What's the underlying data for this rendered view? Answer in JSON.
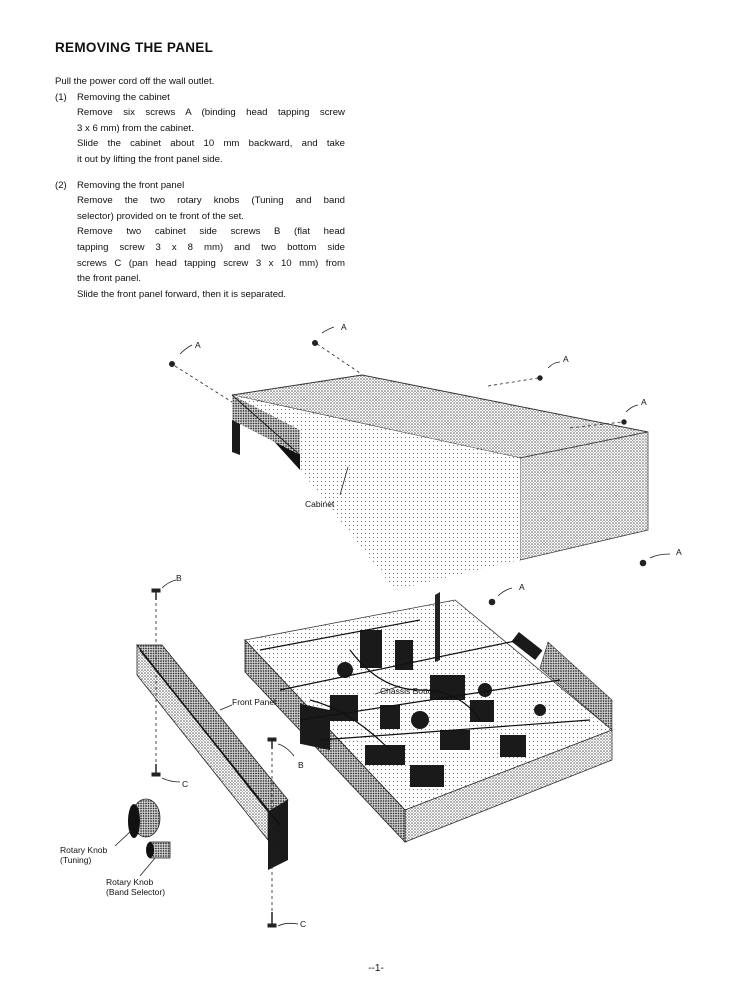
{
  "title": "REMOVING THE PANEL",
  "intro": "Pull the power cord off the wall outlet.",
  "step1": {
    "num": "(1)",
    "heading": "Removing the cabinet",
    "lines": [
      "Remove six screws A (binding head tapping screw",
      "3 x 6 mm) from the cabinet.",
      "Slide the cabinet about 10 mm backward, and take",
      "it out by lifting the front panel side."
    ]
  },
  "step2": {
    "num": "(2)",
    "heading": "Removing the front panel",
    "lines": [
      "Remove the two rotary knobs (Tuning and band",
      "selector) provided on te front of the set.",
      "Remove two cabinet side screws B (flat head",
      "tapping screw 3 x 8 mm) and two bottom side",
      "screws C (pan head tapping screw 3 x 10 mm) from",
      "the front panel.",
      "Slide the front panel forward, then it is separated."
    ]
  },
  "figure": {
    "screw_a": "A",
    "screw_b": "B",
    "screw_c": "C",
    "cabinet": "Cabinet",
    "front_panel": "Front Panel",
    "chassis_bottom": "Chassis Bottom",
    "knob_tuning": [
      "Rotary Knob",
      "(Tuning)"
    ],
    "knob_band": [
      "Rotary Knob",
      "(Band Selector)"
    ]
  },
  "page_number": "--1-"
}
